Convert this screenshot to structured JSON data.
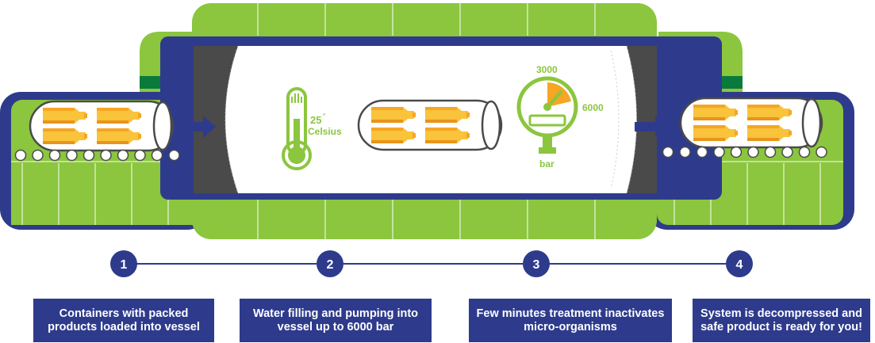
{
  "colors": {
    "green": "#8bc63e",
    "dark_green": "#0a7a3c",
    "navy": "#2e3b8c",
    "orange": "#f5a623",
    "yellow": "#f9c33b",
    "gray": "#4a4a4a"
  },
  "thermometer": {
    "value": "25",
    "unit": "Celsius"
  },
  "gauge": {
    "label_low": "3000",
    "label_high": "6000",
    "unit": "bar"
  },
  "steps": [
    {
      "number": "1",
      "line1": "Containers with packed",
      "line2": "products loaded into vessel"
    },
    {
      "number": "2",
      "line1": "Water filling and pumping into",
      "line2": "vessel up to 6000 bar"
    },
    {
      "number": "3",
      "line1": "Few minutes treatment inactivates",
      "line2": "micro-organisms"
    },
    {
      "number": "4",
      "line1": "System is decompressed and",
      "line2": "safe product is ready for you!"
    }
  ]
}
